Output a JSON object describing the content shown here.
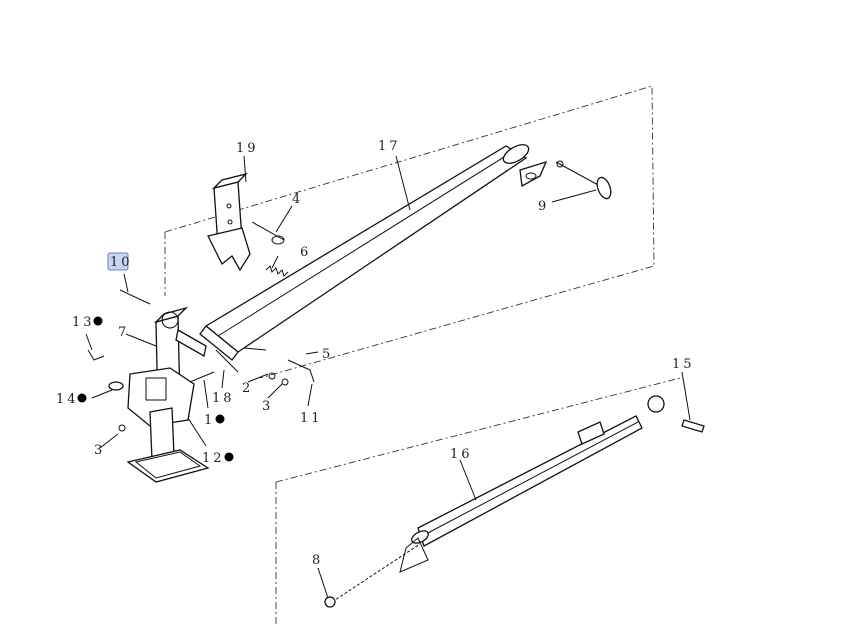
{
  "diagram": {
    "callouts": [
      {
        "id": "c1",
        "text": "1"
      },
      {
        "id": "c2",
        "text": "2"
      },
      {
        "id": "c3a",
        "text": "3"
      },
      {
        "id": "c3b",
        "text": "3"
      },
      {
        "id": "c4",
        "text": "4"
      },
      {
        "id": "c5",
        "text": "5"
      },
      {
        "id": "c6",
        "text": "6"
      },
      {
        "id": "c7",
        "text": "7"
      },
      {
        "id": "c8",
        "text": "8"
      },
      {
        "id": "c9",
        "text": "9"
      },
      {
        "id": "c10",
        "text": "10",
        "highlighted": true
      },
      {
        "id": "c11",
        "text": "11"
      },
      {
        "id": "c12",
        "text": "12"
      },
      {
        "id": "c13",
        "text": "13"
      },
      {
        "id": "c14",
        "text": "14"
      },
      {
        "id": "c15",
        "text": "15"
      },
      {
        "id": "c16",
        "text": "16"
      },
      {
        "id": "c17",
        "text": "17"
      },
      {
        "id": "c18",
        "text": "18"
      },
      {
        "id": "c19",
        "text": "19"
      }
    ],
    "colors": {
      "line": "#111111",
      "highlight": "#c9d4f2"
    }
  }
}
